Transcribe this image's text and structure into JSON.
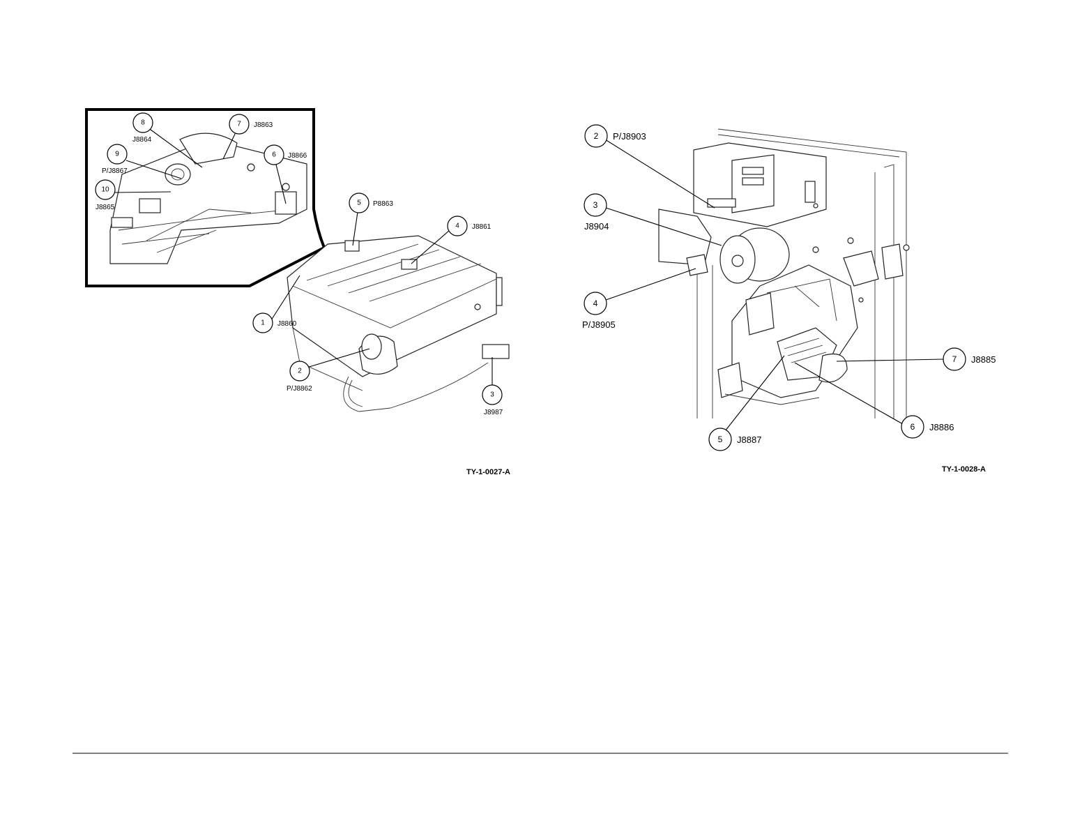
{
  "figure_left": {
    "id": "TY-1-0027-A",
    "callouts": [
      {
        "num": "1",
        "label": "J8860"
      },
      {
        "num": "2",
        "label": "P/J8862"
      },
      {
        "num": "3",
        "label": "J8987"
      },
      {
        "num": "4",
        "label": "J8861"
      },
      {
        "num": "5",
        "label": "P8863"
      },
      {
        "num": "6",
        "label": "J8866"
      },
      {
        "num": "7",
        "label": "J8863"
      },
      {
        "num": "8",
        "label": "J8864"
      },
      {
        "num": "9",
        "label": "P/J8867"
      },
      {
        "num": "10",
        "label": "J8865"
      }
    ]
  },
  "figure_right": {
    "id": "TY-1-0028-A",
    "callouts": [
      {
        "num": "2",
        "label": "P/J8903"
      },
      {
        "num": "3",
        "label": "J8904"
      },
      {
        "num": "4",
        "label": "P/J8905"
      },
      {
        "num": "5",
        "label": "J8887"
      },
      {
        "num": "6",
        "label": "J8886"
      },
      {
        "num": "7",
        "label": "J8885"
      }
    ]
  }
}
